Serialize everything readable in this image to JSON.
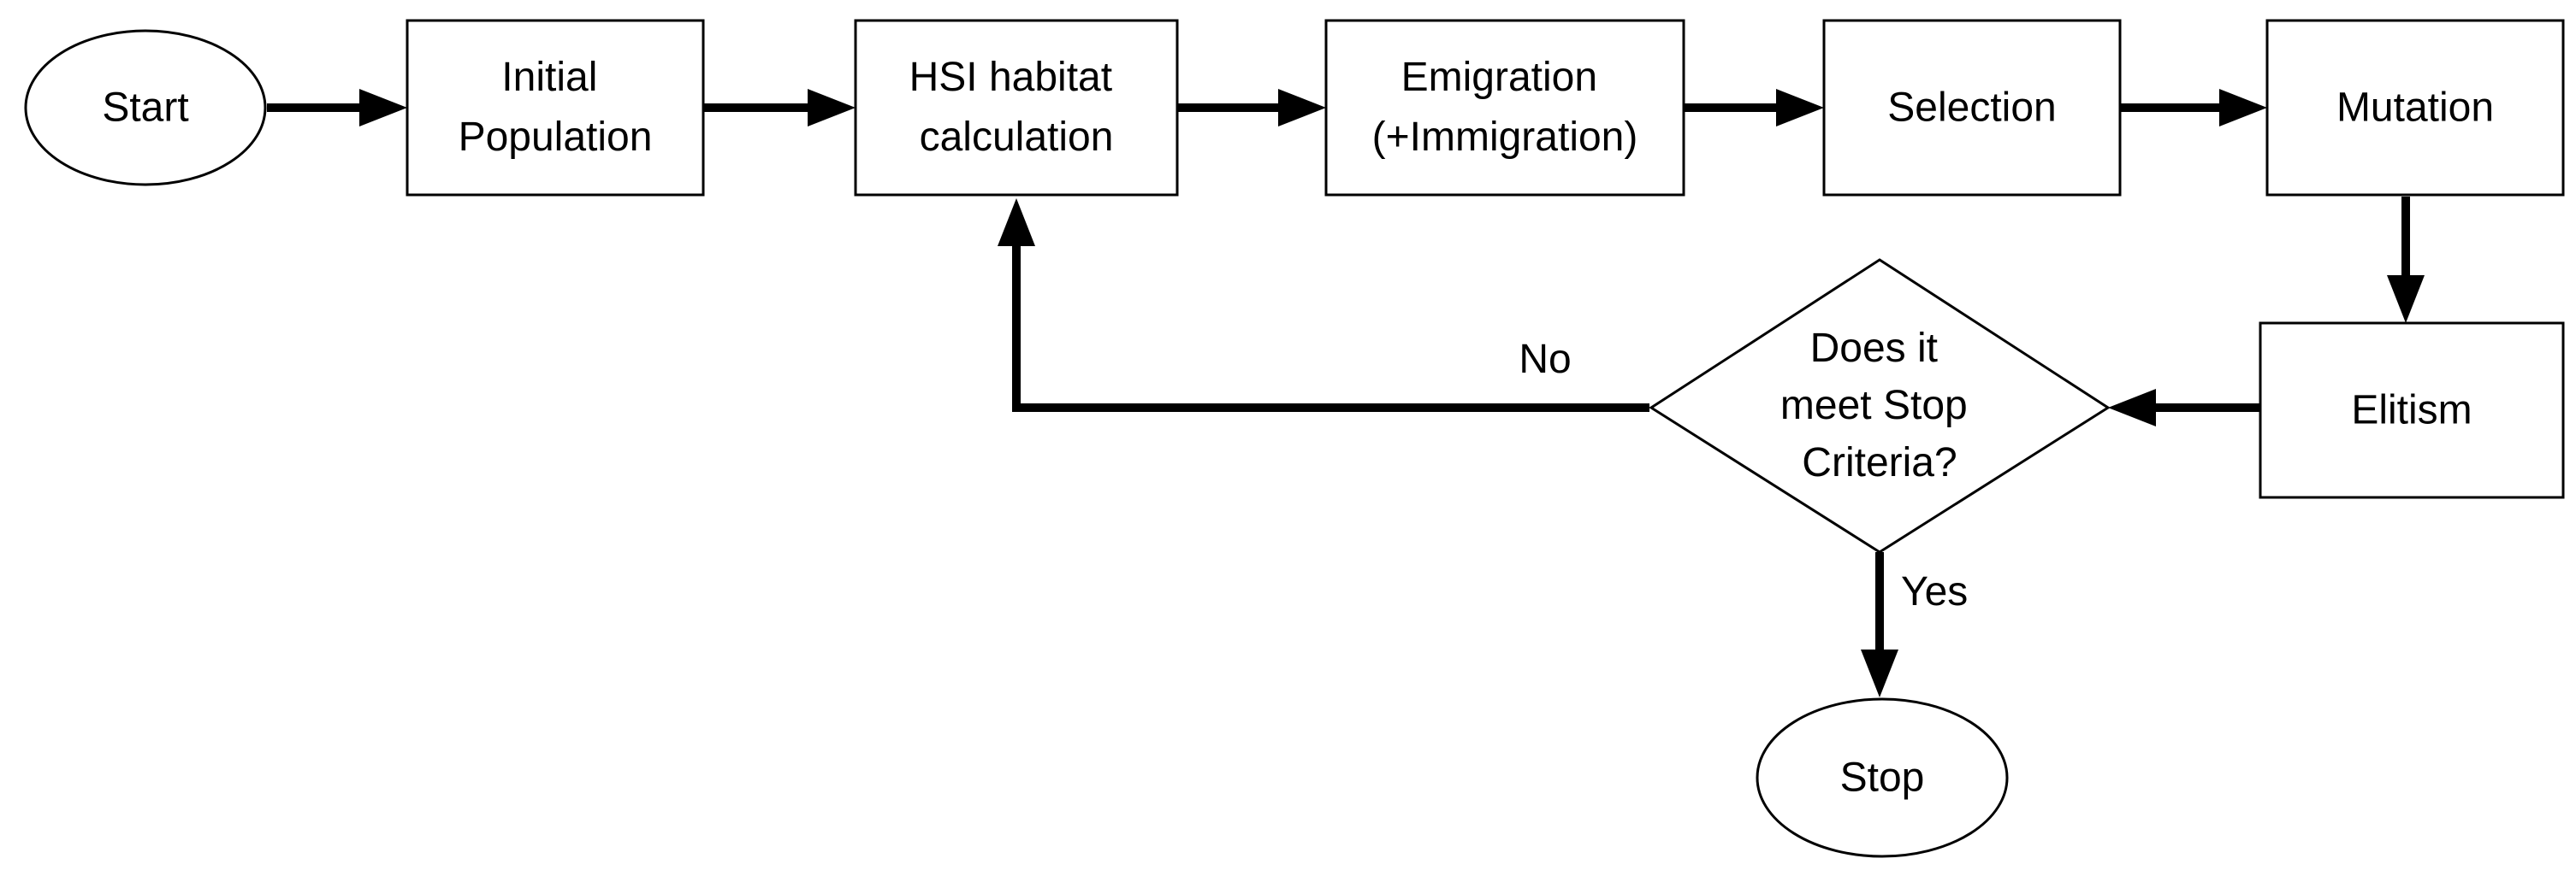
{
  "nodes": {
    "start": "Start",
    "initial_population": [
      "Initial",
      "Population"
    ],
    "hsi_calculation": [
      "HSI habitat",
      "calculation"
    ],
    "emigration": [
      "Emigration",
      "(+Immigration)"
    ],
    "selection": "Selection",
    "mutation": "Mutation",
    "elitism": "Elitism",
    "decision": [
      "Does it",
      "meet Stop",
      "Criteria?"
    ],
    "stop": "Stop"
  },
  "edges": {
    "no_label": "No",
    "yes_label": "Yes"
  }
}
